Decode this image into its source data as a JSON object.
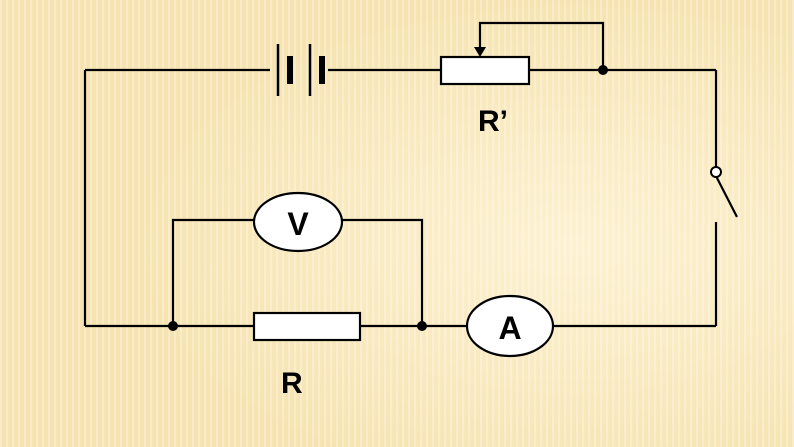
{
  "labels": {
    "rheostat": "R’",
    "resistor": "R",
    "voltmeter": "V",
    "ammeter": "A"
  },
  "colors": {
    "background": "#f6e3b0",
    "background_light": "#fbefcf",
    "stripe": "#ffffff",
    "wire": "#000000",
    "component_fill": "#ffffff"
  }
}
